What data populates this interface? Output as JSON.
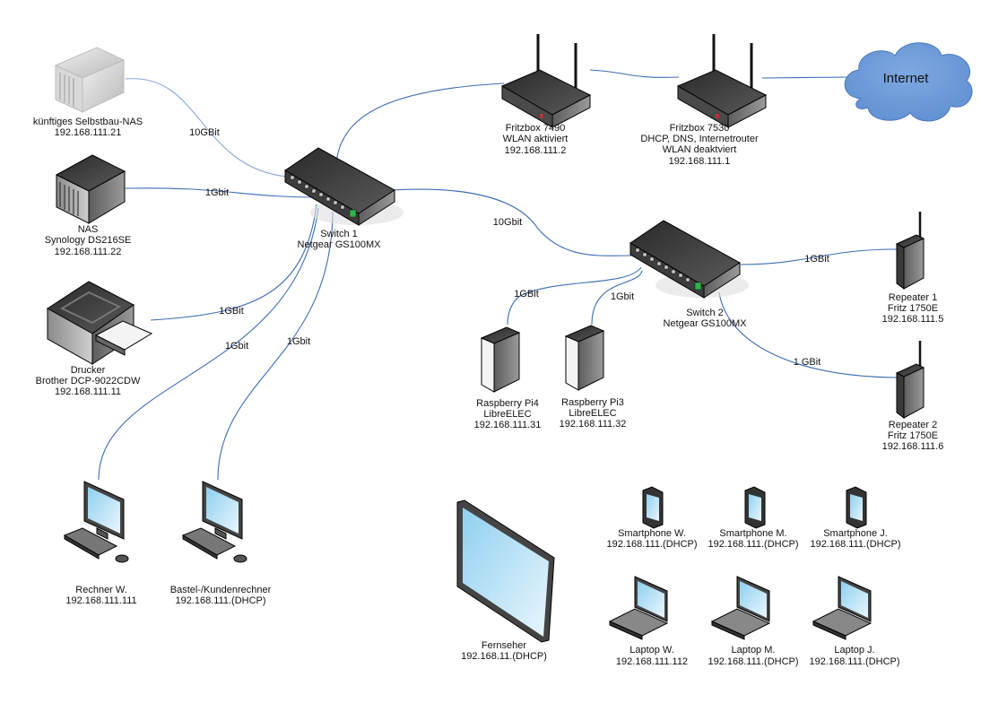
{
  "colors": {
    "link": "#3c6db4",
    "cloud": "#6f9bd6",
    "device": "#4a4a4a",
    "led": "#2fb34a",
    "screen": "#a9dcf5"
  },
  "nodes": {
    "nas_future": {
      "icon": "server-rack",
      "lines": [
        "künftiges Selbstbau-NAS",
        "192.168.111.21"
      ]
    },
    "nas": {
      "icon": "nas-tower",
      "lines": [
        "NAS",
        "Synology DS216SE",
        "192.168.111.22"
      ]
    },
    "printer": {
      "icon": "printer",
      "lines": [
        "Drucker",
        "Brother DCP-9022CDW",
        "192.168.111.11"
      ]
    },
    "switch1": {
      "icon": "network-switch",
      "lines": [
        "Switch 1",
        "Netgear GS100MX"
      ]
    },
    "fritz7490": {
      "icon": "wireless-router",
      "lines": [
        "Fritzbox 7490",
        "WLAN aktiviert",
        "192.168.111.2"
      ]
    },
    "fritz7530": {
      "icon": "router",
      "lines": [
        "Fritzbox 7530",
        "DHCP, DNS, Internetrouter",
        "WLAN deaktviert",
        "192.168.111.1"
      ]
    },
    "internet": {
      "icon": "cloud",
      "label": "Internet"
    },
    "switch2": {
      "icon": "network-switch",
      "lines": [
        "Switch 2",
        "Netgear GS100MX"
      ]
    },
    "repeater1": {
      "icon": "wireless-repeater",
      "lines": [
        "Repeater 1",
        "Fritz 1750E",
        "192.168.111.5"
      ]
    },
    "repeater2": {
      "icon": "wireless-repeater",
      "lines": [
        "Repeater 2",
        "Fritz 1750E",
        "192.168.111.6"
      ]
    },
    "pi4": {
      "icon": "mini-pc",
      "lines": [
        "Raspberry Pi4",
        "LibreELEC",
        "192.168.111.31"
      ]
    },
    "pi3": {
      "icon": "mini-pc",
      "lines": [
        "Raspberry Pi3",
        "LibreELEC",
        "192.168.111.32"
      ]
    },
    "rechner_w": {
      "icon": "desktop-pc",
      "lines": [
        "Rechner W.",
        "192.168.111.111"
      ]
    },
    "bastel": {
      "icon": "desktop-pc",
      "lines": [
        "Bastel-/Kundenrechner",
        "192.168.111.(DHCP)"
      ]
    },
    "fernseher": {
      "icon": "wireless-tv",
      "lines": [
        "Fernseher",
        "192.168.11.(DHCP)"
      ]
    },
    "phone_w": {
      "icon": "wireless-smartphone",
      "lines": [
        "Smartphone W.",
        "192.168.111.(DHCP)"
      ]
    },
    "phone_m": {
      "icon": "wireless-smartphone",
      "lines": [
        "Smartphone M.",
        "192.168.111.(DHCP)"
      ]
    },
    "phone_j": {
      "icon": "wireless-smartphone",
      "lines": [
        "Smartphone J.",
        "192.168.111.(DHCP)"
      ]
    },
    "laptop_w": {
      "icon": "wireless-laptop",
      "lines": [
        "Laptop W.",
        "192.168.111.112"
      ]
    },
    "laptop_m": {
      "icon": "wireless-laptop",
      "lines": [
        "Laptop M.",
        "192.168.111.(DHCP)"
      ]
    },
    "laptop_j": {
      "icon": "wireless-laptop",
      "lines": [
        "Laptop J.",
        "192.168.111.(DHCP)"
      ]
    }
  },
  "edges": [
    {
      "from": "nas_future",
      "to": "switch1",
      "label": "10GBit"
    },
    {
      "from": "nas",
      "to": "switch1",
      "label": "1Gbit"
    },
    {
      "from": "printer",
      "to": "switch1",
      "label": "1GBit"
    },
    {
      "from": "rechner_w",
      "to": "switch1",
      "label": "1Gbit"
    },
    {
      "from": "bastel",
      "to": "switch1",
      "label": "1Gbit"
    },
    {
      "from": "switch1",
      "to": "fritz7490",
      "label": ""
    },
    {
      "from": "fritz7490",
      "to": "fritz7530",
      "label": ""
    },
    {
      "from": "fritz7530",
      "to": "internet",
      "label": ""
    },
    {
      "from": "switch1",
      "to": "switch2",
      "label": "10Gbit"
    },
    {
      "from": "switch2",
      "to": "pi4",
      "label": "1GBit"
    },
    {
      "from": "switch2",
      "to": "pi3",
      "label": "1Gbit"
    },
    {
      "from": "switch2",
      "to": "repeater1",
      "label": "1GBit"
    },
    {
      "from": "switch2",
      "to": "repeater2",
      "label": "1 GBit"
    }
  ]
}
